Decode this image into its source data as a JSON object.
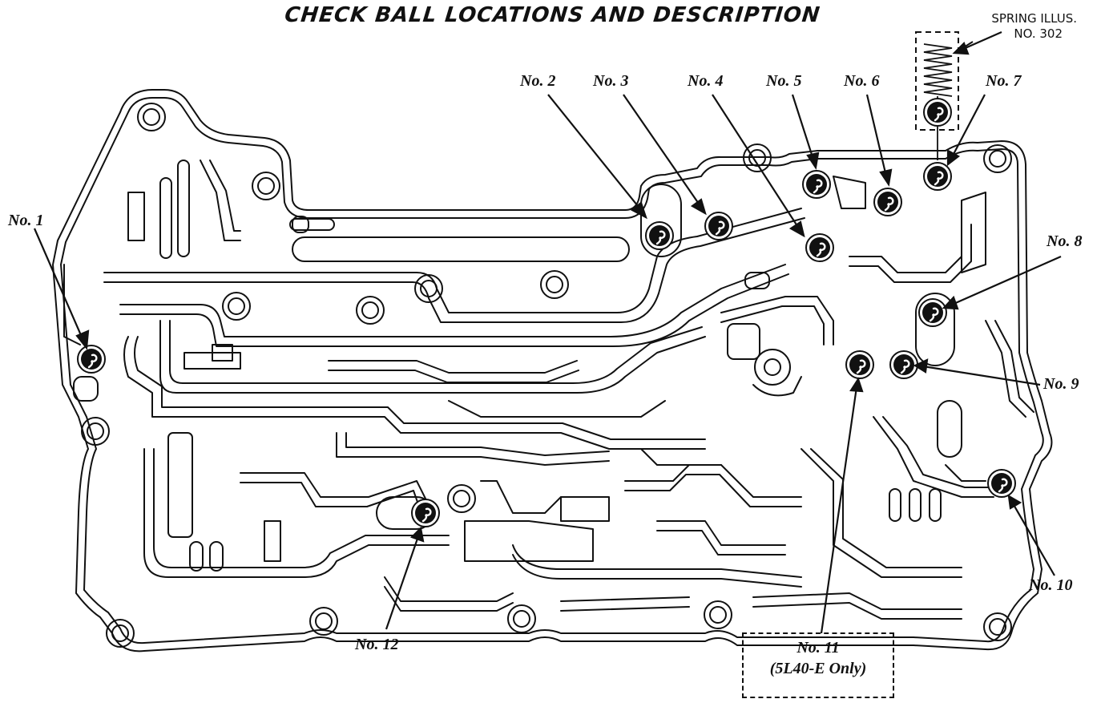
{
  "title": "CHECK BALL LOCATIONS AND DESCRIPTION",
  "spring": {
    "line1": "SPRING ILLUS.",
    "line2": "NO. 302"
  },
  "callouts": {
    "no1": "No. 1",
    "no2": "No. 2",
    "no3": "No. 3",
    "no4": "No. 4",
    "no5": "No. 5",
    "no6": "No. 6",
    "no7": "No. 7",
    "no8": "No. 8",
    "no9": "No. 9",
    "no10": "No. 10",
    "no11": "No. 11",
    "no11_note": "(5L40-E Only)",
    "no12": "No. 12"
  }
}
